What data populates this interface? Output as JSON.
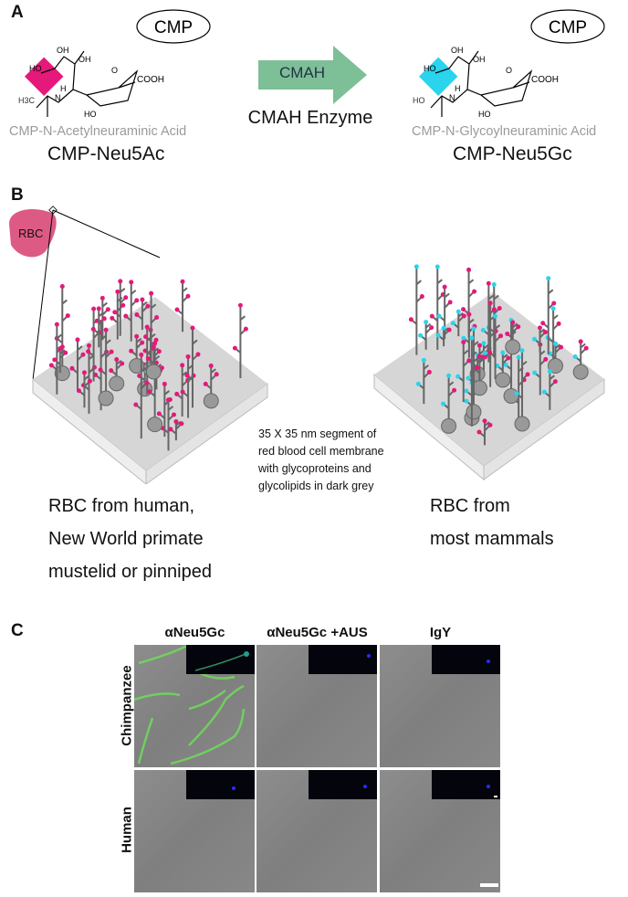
{
  "panel_a": {
    "label": "A",
    "left": {
      "cmp": "CMP",
      "group": "H3C",
      "cooh": "COOH",
      "full_name": "CMP-N-Acetylneuraminic Acid",
      "short_name": "CMP-Neu5Ac",
      "diamond_color": "#e5197a"
    },
    "arrow": {
      "label": "CMAH",
      "caption": "CMAH Enzyme",
      "color": "#7dbf97"
    },
    "right": {
      "cmp": "CMP",
      "group": "HO",
      "cooh": "COOH",
      "full_name": "CMP-N-Glycoylneuraminic Acid",
      "short_name": "CMP-Neu5Gc",
      "diamond_color": "#29d4ec"
    }
  },
  "panel_b": {
    "label": "B",
    "rbc_label": "RBC",
    "middle_caption": [
      "35 X 35 nm segment of",
      "red blood cell membrane",
      "with glycoproteins and",
      "glycolipids in dark grey"
    ],
    "left_caption": [
      "RBC from human,",
      "New World primate",
      "mustelid or pinniped"
    ],
    "right_caption": [
      "RBC from",
      "most mammals"
    ]
  },
  "panel_c": {
    "label": "C",
    "columns": [
      "αNeu5Gc",
      "αNeu5Gc +AUS",
      "IgY"
    ],
    "rows": [
      "Chimpanzee",
      "Human"
    ]
  }
}
